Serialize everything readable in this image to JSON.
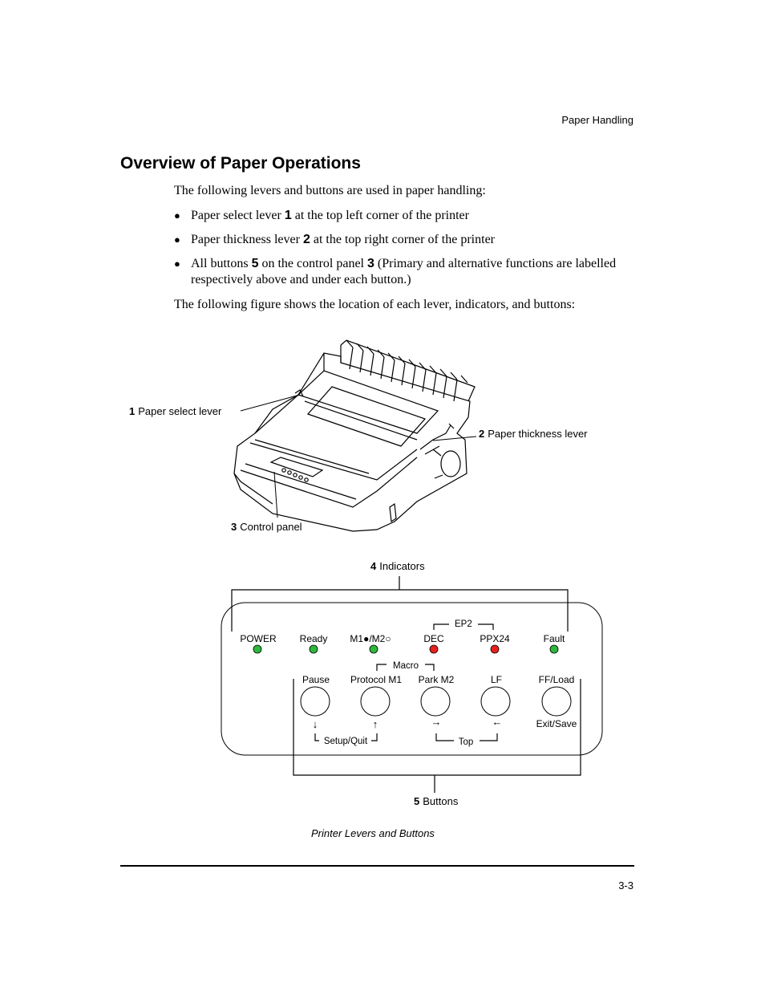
{
  "header": {
    "running_title": "Paper Handling"
  },
  "section": {
    "title": "Overview of Paper Operations",
    "intro": "The following levers and buttons are used in paper handling:",
    "bullets": [
      {
        "pre": "Paper select lever ",
        "num": "1",
        "post": " at the top left corner of the printer"
      },
      {
        "pre": "Paper thickness lever ",
        "num": "2",
        "post": " at the top right corner of the printer"
      },
      {
        "pre": "All buttons ",
        "num": "5",
        "mid": " on the control panel ",
        "num2": "3",
        "post": " (Primary and alternative functions are labelled respectively above and under each button.)"
      }
    ],
    "outro": "The following figure shows the location of each lever, indicators, and buttons:"
  },
  "figure": {
    "callouts": {
      "paper_select": {
        "num": "1",
        "label": "Paper select lever"
      },
      "paper_thickness": {
        "num": "2",
        "label": "Paper thickness lever"
      },
      "control_panel": {
        "num": "3",
        "label": "Control panel"
      },
      "indicators": {
        "num": "4",
        "label": "Indicators"
      },
      "buttons": {
        "num": "5",
        "label": "Buttons"
      }
    },
    "panel": {
      "group_labels": {
        "ep2": "EP2",
        "macro": "Macro",
        "setup_quit": "Setup/Quit",
        "top": "Top"
      },
      "indicators": [
        {
          "label": "POWER",
          "color": "#2db83d"
        },
        {
          "label": "Ready",
          "color": "#2db83d"
        },
        {
          "label": "M1●/M2○",
          "color": "#2db83d"
        },
        {
          "label": "DEC",
          "color": "#e8201c"
        },
        {
          "label": "PPX24",
          "color": "#e8201c"
        },
        {
          "label": "Fault",
          "color": "#2db83d"
        }
      ],
      "buttons": [
        {
          "label": "Pause",
          "below": "↓"
        },
        {
          "label": "Protocol M1",
          "below": "↑"
        },
        {
          "label": "Park M2",
          "below": "→"
        },
        {
          "label": "LF",
          "below": "←"
        },
        {
          "label": "FF/Load",
          "below": "Exit/Save"
        }
      ]
    },
    "caption": "Printer Levers and Buttons"
  },
  "footer": {
    "page_number": "3-3"
  }
}
